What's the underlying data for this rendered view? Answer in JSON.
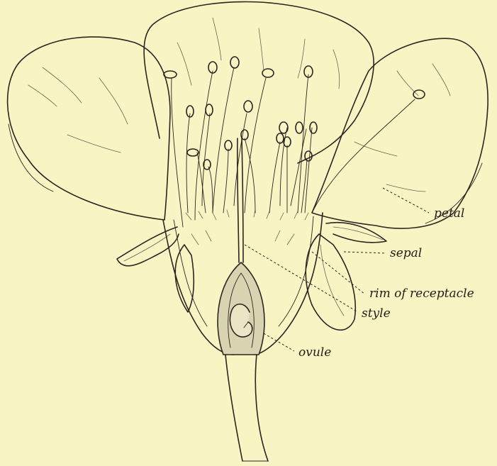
{
  "labels": {
    "petal": "petal",
    "sepal": "sepal",
    "rim": "rim of receptacle",
    "style": "style",
    "ovule": "ovule"
  },
  "colors": {
    "paper": "#f9f4c4",
    "ink": "#2a2620",
    "ovary_fill": "#d8d3b0",
    "shade": "#5a5448"
  }
}
